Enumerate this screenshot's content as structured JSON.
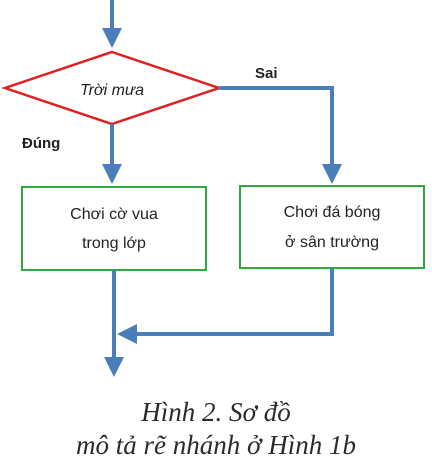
{
  "diagram": {
    "decision": {
      "label": "Trời mưa"
    },
    "branch_no": {
      "label": "Sai"
    },
    "branch_yes": {
      "label": "Đúng"
    },
    "process_left": {
      "line1": "Chơi cờ vua",
      "line2": "trong lớp"
    },
    "process_right": {
      "line1": "Chơi đá bóng",
      "line2": "ở sân trường"
    }
  },
  "caption": {
    "line1": "Hình 2. Sơ đồ",
    "line2": "mô tả rẽ nhánh ở Hình 1b"
  },
  "colors": {
    "arrow": "#4a7ebb",
    "decision_border": "#e02020",
    "process_border": "#2eaa3e",
    "text": "#222222"
  }
}
